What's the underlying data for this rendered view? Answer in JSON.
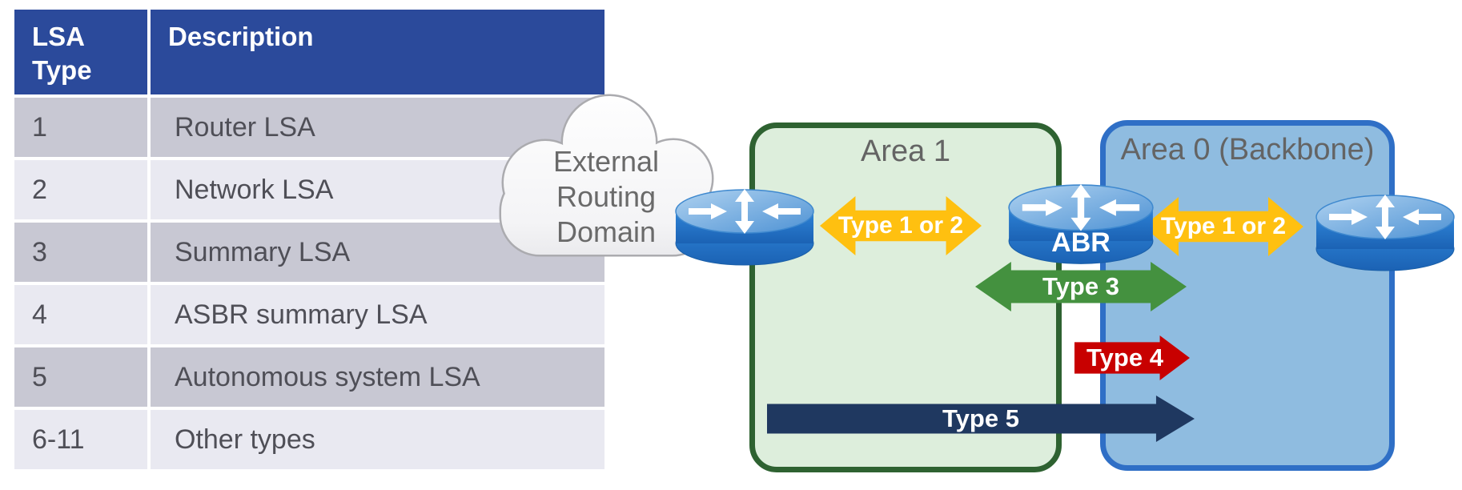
{
  "table": {
    "headers": [
      "LSA Type",
      "Description"
    ],
    "rows": [
      {
        "type": "1",
        "description": "Router LSA"
      },
      {
        "type": "2",
        "description": "Network LSA"
      },
      {
        "type": "3",
        "description": "Summary LSA"
      },
      {
        "type": "4",
        "description": "ASBR summary LSA"
      },
      {
        "type": "5",
        "description": "Autonomous system LSA"
      },
      {
        "type": "6-11",
        "description": "Other types"
      }
    ]
  },
  "diagram": {
    "cloud": {
      "line1": "External",
      "line2": "Routing",
      "line3": "Domain"
    },
    "areas": [
      {
        "label": "Area 1"
      },
      {
        "label": "Area 0 (Backbone)"
      }
    ],
    "routers": {
      "abr_label": "ABR"
    },
    "arrows": [
      {
        "id": "type-1-or-2-left",
        "label": "Type 1 or 2",
        "direction": "double",
        "color": "#FFC010"
      },
      {
        "id": "type-1-or-2-right",
        "label": "Type 1 or 2",
        "direction": "double",
        "color": "#FFC010"
      },
      {
        "id": "type-3",
        "label": "Type 3",
        "direction": "double",
        "color": "#44913F"
      },
      {
        "id": "type-4",
        "label": "Type 4",
        "direction": "right",
        "color": "#C80000"
      },
      {
        "id": "type-5",
        "label": "Type 5",
        "direction": "right",
        "color": "#1F3860"
      }
    ]
  },
  "colors": {
    "header_bg": "#2B4A9B",
    "row_dark": "#C8C8D3",
    "row_light": "#E9E9F1",
    "cell_text": "#4F4F57",
    "label_gray": "#646464",
    "area1_fill": "#DDEEDC",
    "area1_border": "#2E6231",
    "area0_fill": "#8FBCE0",
    "area0_border": "#2F6FC6",
    "arrow_yellow": "#FFC010",
    "arrow_green": "#44913F",
    "arrow_red": "#C80000",
    "arrow_navy": "#1F3860",
    "router_blue": "#1E78CC"
  }
}
